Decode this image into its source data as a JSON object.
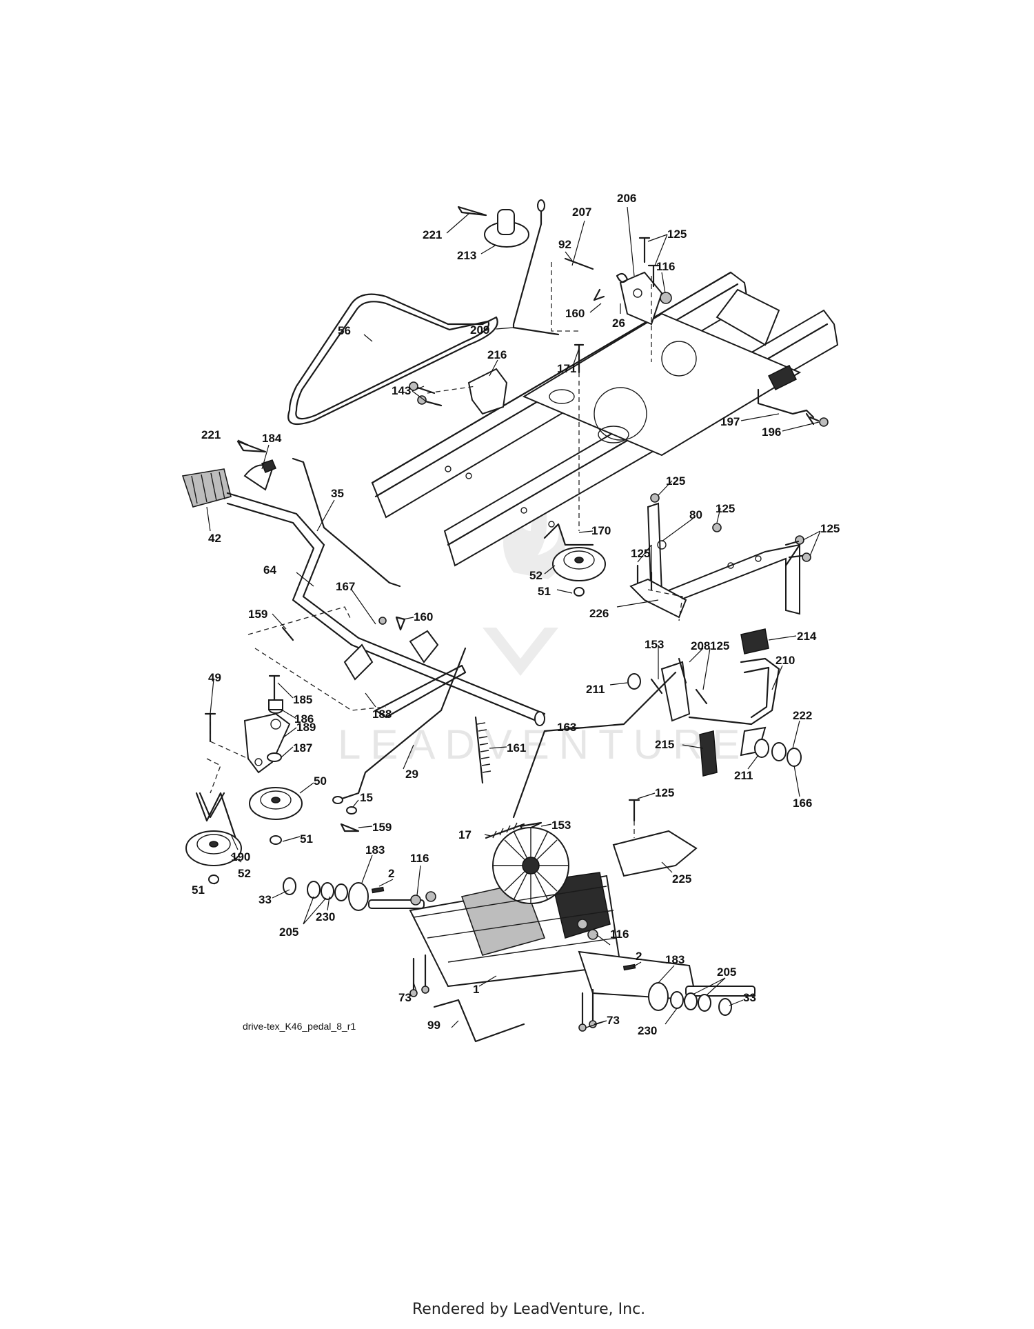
{
  "diagram": {
    "caption": "drive-tex_K46_pedal_8_r1",
    "watermark": "LEADVENTURE",
    "footer": "Rendered by LeadVenture, Inc.",
    "callouts": [
      {
        "id": "c221a",
        "text": "221"
      },
      {
        "id": "c213",
        "text": "213"
      },
      {
        "id": "c207",
        "text": "207"
      },
      {
        "id": "c206",
        "text": "206"
      },
      {
        "id": "c125a",
        "text": "125"
      },
      {
        "id": "c92",
        "text": "92"
      },
      {
        "id": "c116a",
        "text": "116"
      },
      {
        "id": "c160a",
        "text": "160"
      },
      {
        "id": "c26",
        "text": "26"
      },
      {
        "id": "c56",
        "text": "56"
      },
      {
        "id": "c209",
        "text": "209"
      },
      {
        "id": "c216",
        "text": "216"
      },
      {
        "id": "c171",
        "text": "171"
      },
      {
        "id": "c143",
        "text": "143"
      },
      {
        "id": "c197",
        "text": "197"
      },
      {
        "id": "c196",
        "text": "196"
      },
      {
        "id": "c221b",
        "text": "221"
      },
      {
        "id": "c184",
        "text": "184"
      },
      {
        "id": "c35",
        "text": "35"
      },
      {
        "id": "c42",
        "text": "42"
      },
      {
        "id": "c125b",
        "text": "125"
      },
      {
        "id": "c80",
        "text": "80"
      },
      {
        "id": "c125c",
        "text": "125"
      },
      {
        "id": "c125d",
        "text": "125"
      },
      {
        "id": "c170",
        "text": "170"
      },
      {
        "id": "c125e",
        "text": "125"
      },
      {
        "id": "c64",
        "text": "64"
      },
      {
        "id": "c52a",
        "text": "52"
      },
      {
        "id": "c167",
        "text": "167"
      },
      {
        "id": "c51a",
        "text": "51"
      },
      {
        "id": "c160b",
        "text": "160"
      },
      {
        "id": "c226",
        "text": "226"
      },
      {
        "id": "c159a",
        "text": "159"
      },
      {
        "id": "c214",
        "text": "214"
      },
      {
        "id": "c153a",
        "text": "153"
      },
      {
        "id": "c208",
        "text": "208"
      },
      {
        "id": "c125f",
        "text": "125"
      },
      {
        "id": "c210",
        "text": "210"
      },
      {
        "id": "c49",
        "text": "49"
      },
      {
        "id": "c185",
        "text": "185"
      },
      {
        "id": "c211a",
        "text": "211"
      },
      {
        "id": "c186",
        "text": "186"
      },
      {
        "id": "c188",
        "text": "188"
      },
      {
        "id": "c189",
        "text": "189"
      },
      {
        "id": "c222",
        "text": "222"
      },
      {
        "id": "c163",
        "text": "163"
      },
      {
        "id": "c215",
        "text": "215"
      },
      {
        "id": "c187",
        "text": "187"
      },
      {
        "id": "c161",
        "text": "161"
      },
      {
        "id": "c211b",
        "text": "211"
      },
      {
        "id": "c166",
        "text": "166"
      },
      {
        "id": "c50",
        "text": "50"
      },
      {
        "id": "c29",
        "text": "29"
      },
      {
        "id": "c15",
        "text": "15"
      },
      {
        "id": "c125g",
        "text": "125"
      },
      {
        "id": "c190",
        "text": "190"
      },
      {
        "id": "c159b",
        "text": "159"
      },
      {
        "id": "c17",
        "text": "17"
      },
      {
        "id": "c153b",
        "text": "153"
      },
      {
        "id": "c51b",
        "text": "51"
      },
      {
        "id": "c52b",
        "text": "52"
      },
      {
        "id": "c183a",
        "text": "183"
      },
      {
        "id": "c225",
        "text": "225"
      },
      {
        "id": "c116b",
        "text": "116"
      },
      {
        "id": "c2a",
        "text": "2"
      },
      {
        "id": "c51c",
        "text": "51"
      },
      {
        "id": "c33a",
        "text": "33"
      },
      {
        "id": "c230a",
        "text": "230"
      },
      {
        "id": "c205a",
        "text": "205"
      },
      {
        "id": "c116c",
        "text": "116"
      },
      {
        "id": "c2b",
        "text": "2"
      },
      {
        "id": "c183b",
        "text": "183"
      },
      {
        "id": "c205b",
        "text": "205"
      },
      {
        "id": "c1",
        "text": "1"
      },
      {
        "id": "c73a",
        "text": "73"
      },
      {
        "id": "c33b",
        "text": "33"
      },
      {
        "id": "c73b",
        "text": "73"
      },
      {
        "id": "c99",
        "text": "99"
      },
      {
        "id": "c230b",
        "text": "230"
      }
    ]
  }
}
